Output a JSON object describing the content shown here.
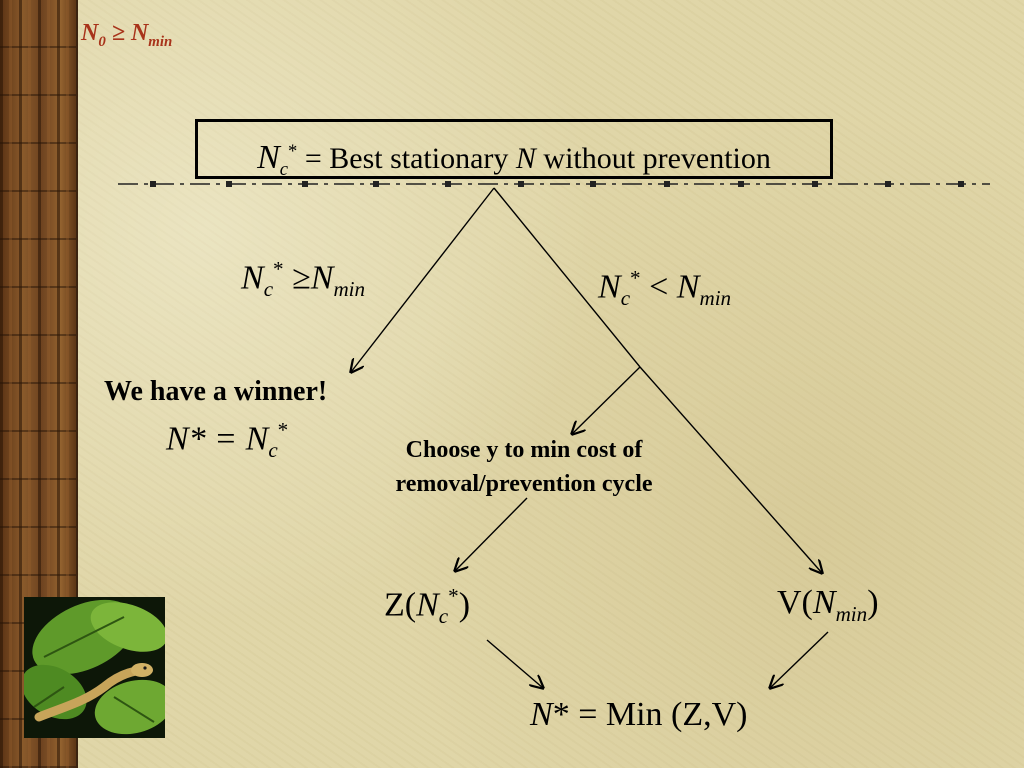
{
  "corner_label": {
    "left": "N",
    "left_sub": "0",
    "op": "≥",
    "right": "N",
    "right_sub": "min"
  },
  "top_box": {
    "symbol": "N",
    "sub": "c",
    "sup": "*",
    "text_1": "= Best stationary ",
    "italic": "N",
    "text_2": " without prevention"
  },
  "left_branch": {
    "symbol": "N",
    "sub": "c",
    "sup": "*",
    "op": "≥",
    "right": "N",
    "right_sub": "min"
  },
  "right_branch": {
    "symbol": "N",
    "sub": "c",
    "sup": "*",
    "op": "<",
    "right": "N",
    "right_sub": "min"
  },
  "winner": {
    "heading": "We have a winner!",
    "lhs": "N* =",
    "rhs": "N",
    "rhs_sub": "c",
    "rhs_sup": "*"
  },
  "choose": {
    "line_1": "Choose y to min cost of",
    "line_2": "removal/prevention cycle"
  },
  "z_node": {
    "prefix": "Z(",
    "symbol": "N",
    "sub": "c",
    "sup": "*",
    "suffix": ")"
  },
  "v_node": {
    "prefix": "V(",
    "symbol": "N",
    "sub": "min",
    "suffix": ")"
  },
  "result": {
    "lhs": "N",
    "text": "* = Min (Z,V)"
  },
  "colors": {
    "accent": "#a8331a",
    "background": "#e0d6a8",
    "ink": "#000000"
  }
}
